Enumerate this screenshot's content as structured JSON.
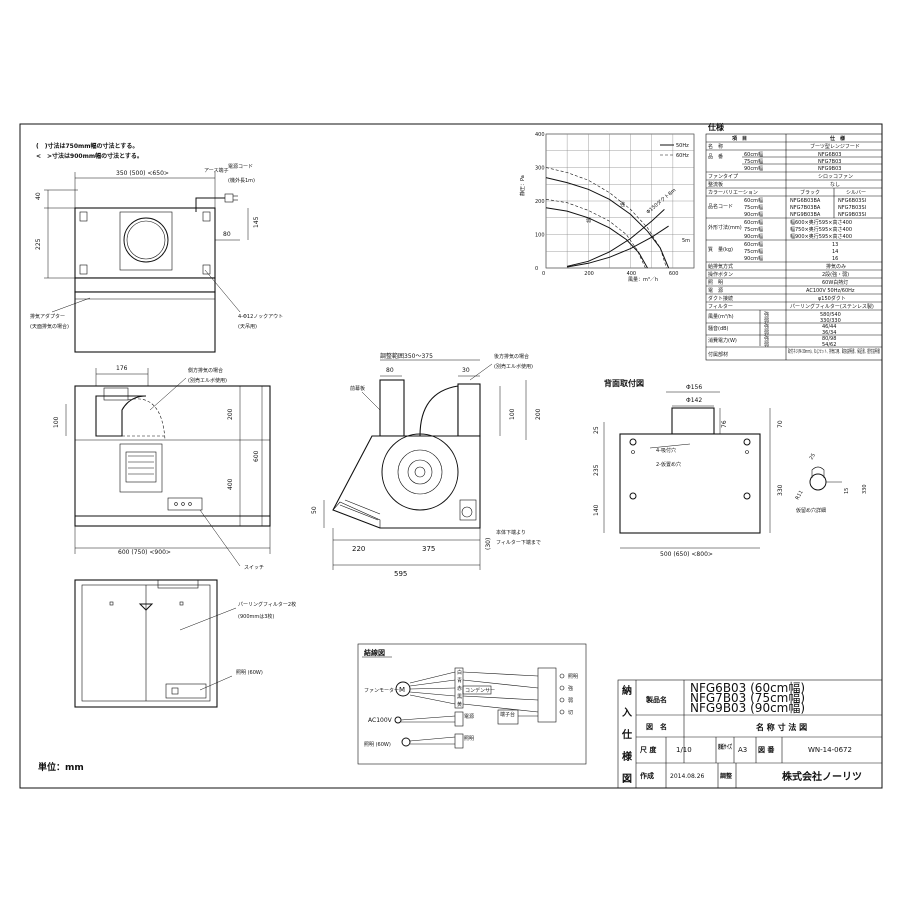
{
  "notes": {
    "note_750": "(　)寸法は750mm幅の寸法とする。",
    "note_900": "<　>寸法は900mm幅の寸法とする。",
    "unit": "単位：mm"
  },
  "front_top": {
    "dim_width": "350 (500) <650>",
    "dim_40": "40",
    "dim_225": "225",
    "dim_80": "80",
    "dim_145": "145",
    "earth": "アース端子",
    "cord": "電源コード",
    "cord_len": "(機外長1m)",
    "adapter": "排気アダプター",
    "adapter_note": "(天面排気の場合)",
    "knock": "4-Φ12ノックアウト",
    "knock_note": "(天吊用)"
  },
  "front_view": {
    "dim_176": "176",
    "dim_100": "100",
    "dim_200": "200",
    "dim_400": "400",
    "dim_600": "600",
    "dim_width": "600 (750) <900>",
    "side_exhaust": "側方排気の場合",
    "side_elbow": "(別売エルボ使用)",
    "switch": "スイッチ"
  },
  "side_view": {
    "range": "調整範囲350～375",
    "dim_80": "80",
    "dim_30": "30",
    "dim_100": "100",
    "dim_200": "200",
    "dim_50": "50",
    "dim_220": "220",
    "dim_375": "375",
    "dim_595": "595",
    "dim_30b": "(30)",
    "front_panel": "前幕板",
    "rear_exhaust": "後方排気の場合",
    "rear_elbow": "(別売エルボ使用)",
    "body_lower": "本体下端より",
    "filter_lower": "フィルター下端まで"
  },
  "bottom_view": {
    "filter": "パーリングフィルター2枚",
    "filter_note": "(900mmは3枚)",
    "light": "照明 (60W)"
  },
  "back_view": {
    "title": "背面取付図",
    "dim_156": "Φ156",
    "dim_142": "Φ142",
    "dim_76": "76",
    "dim_70": "70",
    "dim_25": "25",
    "dim_235": "235",
    "dim_140": "140",
    "dim_330": "330",
    "dim_330b": "330",
    "dim_width": "500 (650) <800>",
    "hole4": "4-吸付穴",
    "hole2": "2-仮置め穴",
    "r11": "R11",
    "dim_25b": "25",
    "dim_15": "15",
    "tmp_hole": "仮留め穴詳細"
  },
  "chart": {
    "ylabel": "静圧：Pa",
    "xlabel": "風量：m³／h",
    "y_ticks": [
      "400",
      "300",
      "200",
      "100",
      "0"
    ],
    "x_ticks": [
      "0",
      "200",
      "400",
      "600"
    ],
    "legend_50": "50Hz",
    "legend_60": "60Hz",
    "strong": "強",
    "weak": "弱",
    "duct1": "Φ150ダクト8m",
    "duct2": "5m"
  },
  "chart_data": {
    "type": "line",
    "xlabel": "風量：m³／h",
    "ylabel": "静圧：Pa",
    "xlim": [
      0,
      700
    ],
    "ylim": [
      0,
      400
    ],
    "x_ticks": [
      0,
      200,
      400,
      600
    ],
    "y_ticks": [
      0,
      100,
      200,
      300,
      400
    ],
    "grid": true,
    "series": [
      {
        "name": "50Hz",
        "style": "solid",
        "points": [
          [
            0,
            270
          ],
          [
            100,
            255
          ],
          [
            200,
            235
          ],
          [
            300,
            205
          ],
          [
            400,
            160
          ],
          [
            480,
            110
          ],
          [
            540,
            60
          ],
          [
            580,
            0
          ]
        ]
      },
      {
        "name": "50Hz",
        "style": "solid",
        "points": [
          [
            0,
            180
          ],
          [
            100,
            170
          ],
          [
            200,
            150
          ],
          [
            300,
            120
          ],
          [
            380,
            85
          ],
          [
            440,
            45
          ],
          [
            480,
            0
          ]
        ]
      },
      {
        "name": "60Hz",
        "style": "dashed",
        "points": [
          [
            0,
            300
          ],
          [
            100,
            285
          ],
          [
            200,
            262
          ],
          [
            300,
            225
          ],
          [
            400,
            175
          ],
          [
            480,
            120
          ],
          [
            540,
            60
          ],
          [
            570,
            0
          ]
        ]
      },
      {
        "name": "60Hz",
        "style": "dashed",
        "points": [
          [
            0,
            205
          ],
          [
            100,
            195
          ],
          [
            200,
            172
          ],
          [
            300,
            140
          ],
          [
            380,
            100
          ],
          [
            430,
            55
          ],
          [
            470,
            0
          ]
        ]
      },
      {
        "name": "",
        "style": "solid",
        "points": [
          [
            100,
            5
          ],
          [
            200,
            20
          ],
          [
            300,
            48
          ],
          [
            400,
            88
          ],
          [
            500,
            140
          ],
          [
            560,
            175
          ]
        ]
      },
      {
        "name": "",
        "style": "solid",
        "points": [
          [
            100,
            3
          ],
          [
            200,
            14
          ],
          [
            300,
            32
          ],
          [
            400,
            58
          ],
          [
            500,
            92
          ],
          [
            580,
            125
          ]
        ]
      }
    ]
  },
  "spec": {
    "title": "仕様",
    "head_item": "項　目",
    "head_spec": "仕　様",
    "name_label": "名　称",
    "name_value": "ブーツ型レンジフード",
    "model_label": "品　番",
    "rows_size": [
      "60cm幅",
      "75cm幅",
      "90cm幅"
    ],
    "models": [
      "NFG6B03",
      "NFG7B03",
      "NFG9B03"
    ],
    "fan_type_label": "ファンタイプ",
    "fan_type_value": "シロッコファン",
    "shutter_label": "整流板",
    "shutter_value": "なし",
    "color_label": "カラーバリエーション",
    "color_black": "ブラック",
    "color_silver": "シルバー",
    "color_code_label": "品名コード",
    "codes_black": [
      "NFG6B03BA",
      "NFG7B03BA",
      "NFG9B03BA"
    ],
    "codes_silver": [
      "NFG6B03SI",
      "NFG7B03SI",
      "NFG9B03SI"
    ],
    "size_label": "外形寸法(mm)",
    "sizes": [
      "幅600×奥行595×高さ400",
      "幅750×奥行595×高さ400",
      "幅900×奥行595×高さ400"
    ],
    "weight_label": "質　量(kg)",
    "weights": [
      "13",
      "14",
      "16"
    ],
    "exhaust_label": "給排気方式",
    "exhaust_value": "排気のみ",
    "switch_label": "操作ボタン",
    "switch_value": "2段(強・弱)",
    "light_label": "照　明",
    "light_value": "60W白熱灯",
    "power_label": "電　源",
    "power_value": "AC100V 50Hz/60Hz",
    "duct_label": "ダクト接続",
    "duct_value": "φ150ダクト",
    "filter_label": "フィルター",
    "filter_value": "パーリングフィルター(ステンレス製)",
    "flow_label": "風量(m³/h)",
    "noise_label": "騒音(dB)",
    "watt_label": "消費電力(W)",
    "freq_50": "50Hz/60Hz",
    "flow_values": [
      "580/540",
      "330/330"
    ],
    "noise_values": [
      "46/44",
      "36/34"
    ],
    "watt_values": [
      "80/98",
      "54/62"
    ],
    "strong": "強",
    "weak": "弱",
    "attach_label": "付属部材",
    "attach_value": "取付ネジ(M-30mm)、ねじセット、排気口用、取扱説明書、保証書、据付説明書"
  },
  "wiring": {
    "title": "結線図",
    "fan_motor": "ファンモーター",
    "ac100v": "AC100V",
    "light": "照明 (60W)",
    "labels_top": [
      "白",
      "青",
      "赤",
      "黒",
      "黄"
    ],
    "condenser": "コンデンサー",
    "light_sw": "照明",
    "power": "電源",
    "tb": "端子台",
    "sw_labels": [
      "照明",
      "強",
      "弱",
      "切"
    ],
    "m": "M"
  },
  "title_block": {
    "side": [
      "納",
      "入",
      "仕",
      "様",
      "図"
    ],
    "product_label": "製品名",
    "product_lines": [
      "NFG6B03 (60cm幅)",
      "NFG7B03 (75cm幅)",
      "NFG9B03 (90cm幅)"
    ],
    "drawing_label": "図　名",
    "drawing_value": "名 称 寸 法 図",
    "scale_label": "尺 度",
    "scale_value": "1/10",
    "paper_label": "原紙サイズ",
    "paper_value": "A3",
    "number_label": "図 番",
    "number_value": "WN-14-0672",
    "date_label": "作成",
    "date_value": "2014.08.26",
    "check_label": "調整",
    "company": "株式会社ノーリツ"
  }
}
